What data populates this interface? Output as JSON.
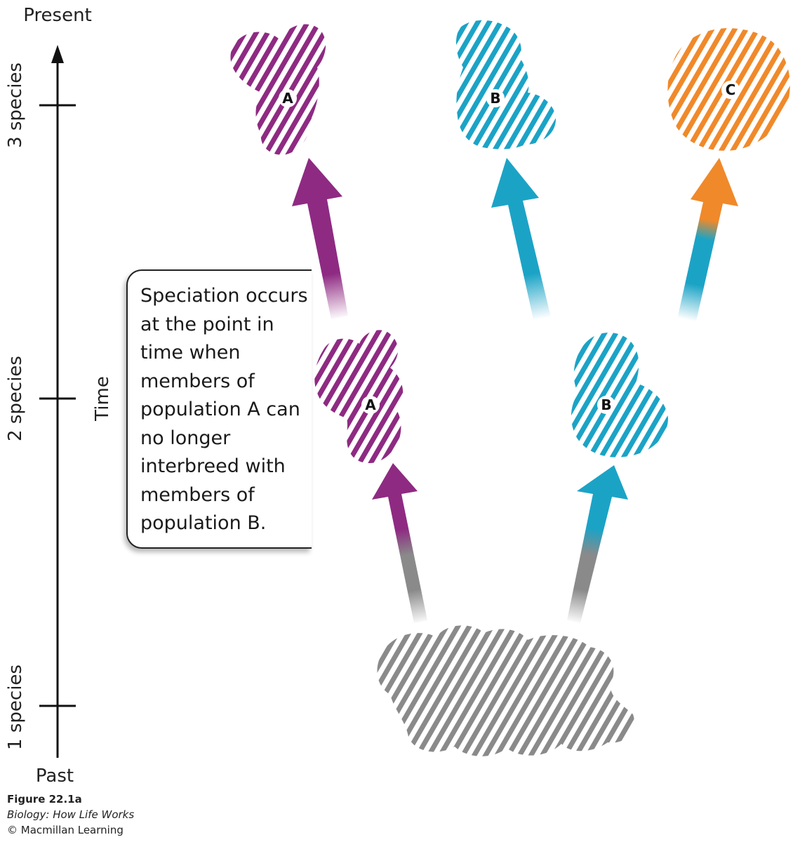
{
  "axis": {
    "top_label": "Present",
    "bottom_label": "Past",
    "title": "Time",
    "ticks": [
      "3 species",
      "2 species",
      "1 species"
    ]
  },
  "populations": {
    "top_a": "A",
    "top_b": "B",
    "top_c": "C",
    "mid_a": "A",
    "mid_b": "B"
  },
  "callout": {
    "text": "Speciation occurs at the point in time when members of population A can no longer interbreed with members of population B."
  },
  "caption": {
    "figure": "Figure 22.1a",
    "book": "Biology: How Life Works",
    "copyright": "© Macmillan Learning"
  },
  "colors": {
    "purple": "#8e2a82",
    "teal": "#1ba3c6",
    "orange": "#f0892a",
    "gray": "#8a8a8a"
  }
}
